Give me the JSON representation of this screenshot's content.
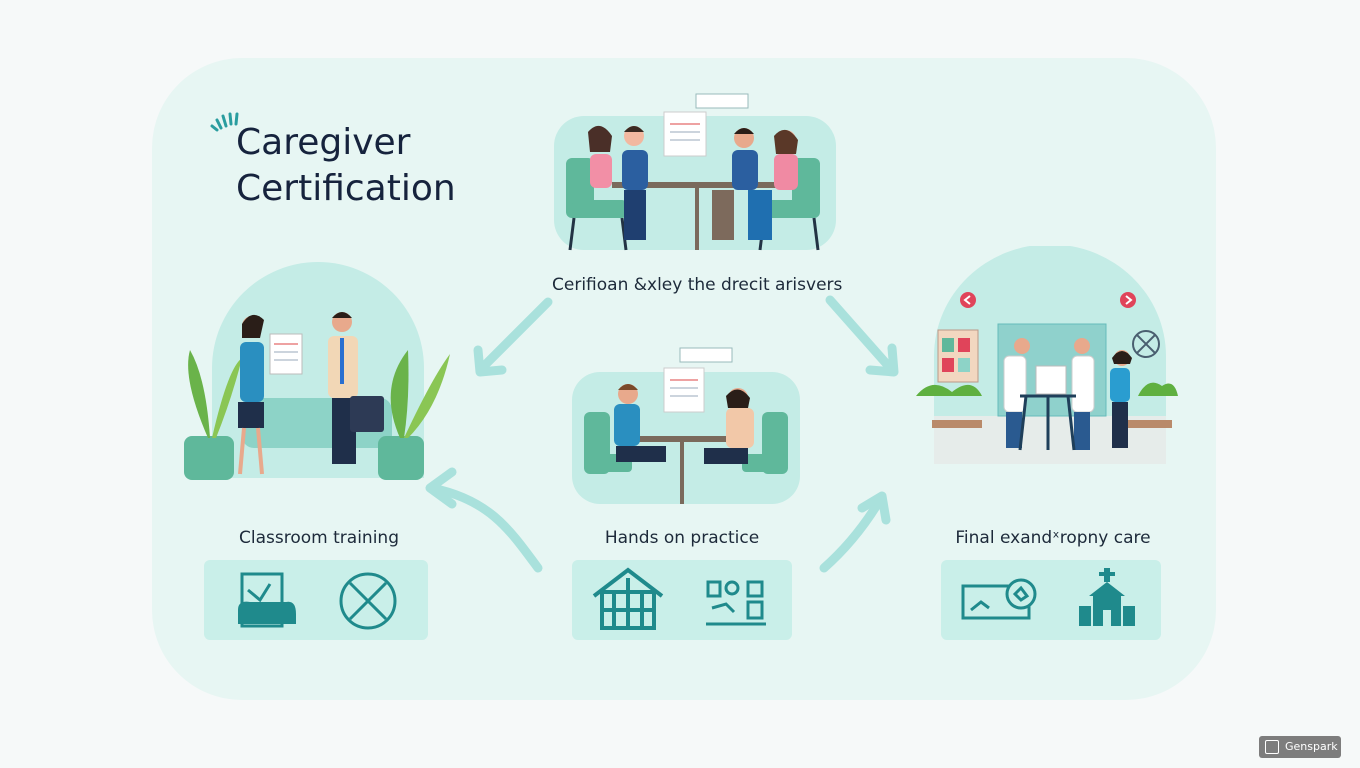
{
  "title": {
    "line1": "Caregiver",
    "line2": "Certification"
  },
  "labels": {
    "top": "Cerifioan &xley the drecit arisvers",
    "left": "Classroom training",
    "middle": "Hands on practice",
    "right": "Final exandˣropny care"
  },
  "icons": {
    "left": [
      "book-armchair-icon",
      "x-circle-icon"
    ],
    "middle": [
      "house-frame-icon",
      "tools-panel-icon"
    ],
    "right": [
      "monitor-flask-icon",
      "hospital-icon"
    ]
  },
  "watermark": "Genspark",
  "colors": {
    "panel": "#e7f6f3",
    "teal": "#2a9d9f",
    "arrow": "#a9e1dc",
    "navy": "#16233d"
  }
}
